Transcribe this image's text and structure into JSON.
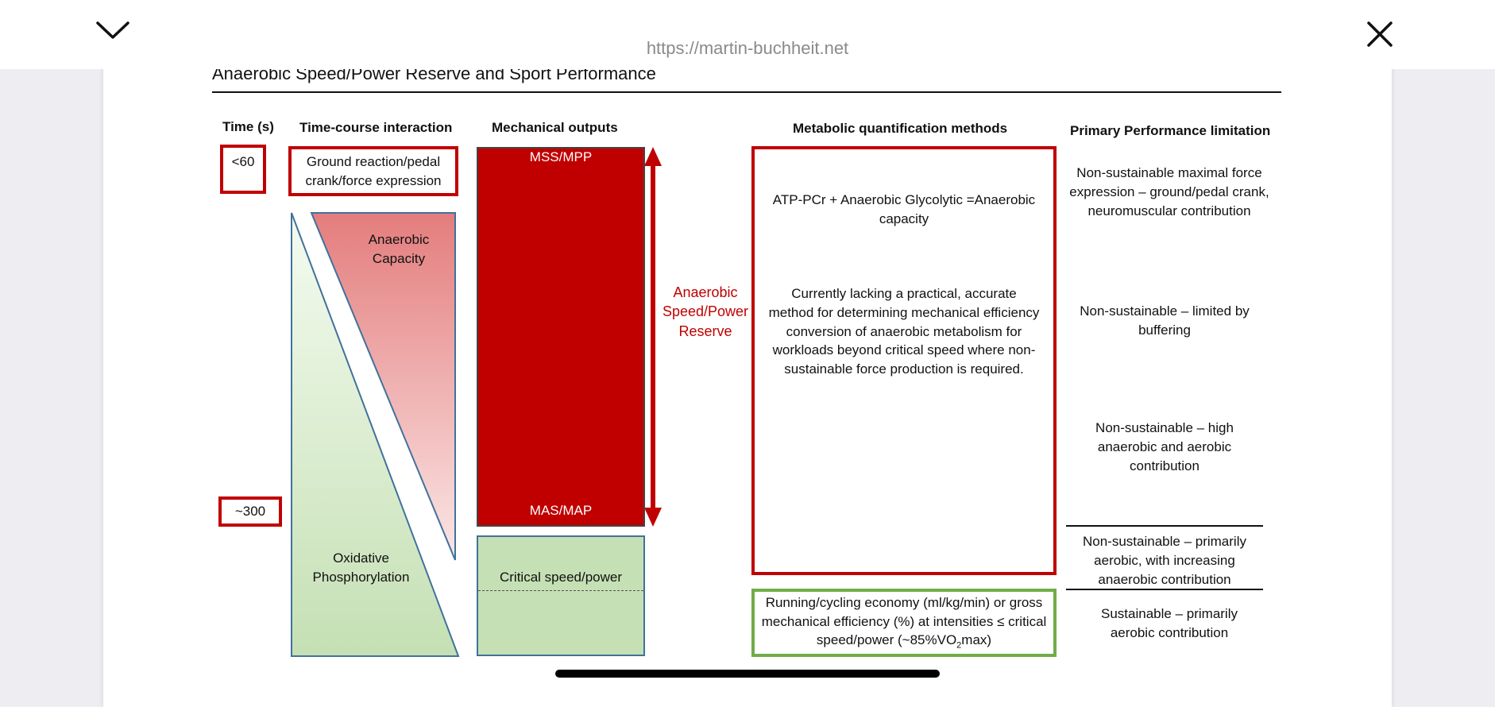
{
  "browser": {
    "url": "https://martin-buchheit.net",
    "icons": {
      "collapse": "chevron-down-icon",
      "close": "close-icon"
    }
  },
  "doc": {
    "title": "Anaerobic Speed/Power Reserve and Sport Performance"
  },
  "headers": {
    "time": "Time (s)",
    "time_course": "Time-course interaction",
    "mechanical": "Mechanical outputs",
    "metabolic": "Metabolic quantification methods",
    "limitation": "Primary Performance limitation"
  },
  "time": {
    "t1": "<60",
    "t2": "~300"
  },
  "time_course": {
    "ground": "Ground reaction/pedal crank/force expression",
    "anaerobic": "Anaerobic Capacity",
    "oxidative": "Oxidative Phosphorylation"
  },
  "mechanical": {
    "top": "MSS/MPP",
    "bottom": "MAS/MAP",
    "critical": "Critical speed/power",
    "reserve": "Anaerobic Speed/Power Reserve"
  },
  "metabolic": {
    "atp": "ATP-PCr + Anaerobic Glycolytic =Anaerobic capacity",
    "lacking": "Currently lacking a practical, accurate method for determining mechanical efficiency conversion of anaerobic metabolism for workloads beyond critical speed where non-sustainable force production is required.",
    "economy_main": "Running/cycling economy (ml/kg/min) or gross mechanical efficiency (%) at intensities ≤ critical speed/power (~85%VO",
    "economy_sub": "2",
    "economy_tail": "max)"
  },
  "limitations": {
    "l1": "Non-sustainable maximal force expression – ground/pedal crank, neuromuscular contribution",
    "l2": "Non-sustainable – limited by buffering",
    "l3": "Non-sustainable – high anaerobic and aerobic contribution",
    "l4": "Non-sustainable – primarily aerobic, with increasing anaerobic contribution",
    "l5": "Sustainable – primarily aerobic contribution"
  },
  "colors": {
    "red": "#c00000",
    "green_border": "#70ad47",
    "green_fill": "#c5e0b4",
    "blue_border": "#41719c"
  }
}
